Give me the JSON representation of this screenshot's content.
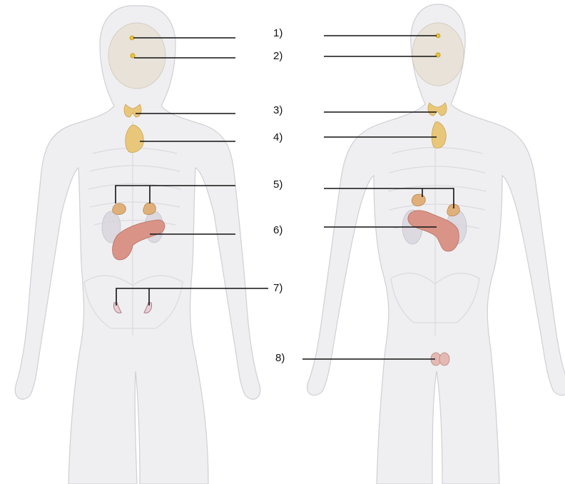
{
  "labels": {
    "l1": "1)",
    "l2": "2)",
    "l3": "3)",
    "l4": "4)",
    "l5": "5)",
    "l6": "6)",
    "l7": "7)",
    "l8": "8)"
  },
  "colors": {
    "gland": "#e9c77a",
    "adrenal": "#e0b07a",
    "pancreas": "#d99487",
    "body": "#efeff1"
  }
}
